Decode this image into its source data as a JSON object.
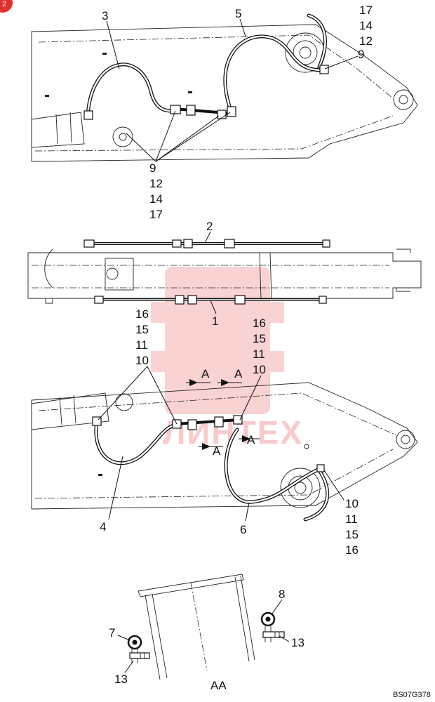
{
  "badge": {
    "text": "2",
    "color": "#e03030"
  },
  "watermark": {
    "text": "ЛИНТЕХ",
    "color": "#f4a0a0"
  },
  "view1": {
    "label_3": "3",
    "label_5": "5",
    "label_9_right": "9",
    "stack_right": [
      "17",
      "14",
      "12"
    ],
    "stack_bottom": [
      "9",
      "12",
      "14",
      "17"
    ]
  },
  "view2": {
    "label_2": "2",
    "label_1": "1"
  },
  "view3": {
    "stack_left": [
      "16",
      "15",
      "11",
      "10"
    ],
    "stack_right": [
      "16",
      "15",
      "11",
      "10"
    ],
    "stack_bottom_right": [
      "10",
      "11",
      "15",
      "16"
    ],
    "label_4": "4",
    "label_6": "6",
    "section_marks": [
      "A",
      "A",
      "A",
      "A"
    ]
  },
  "detail": {
    "label_7": "7",
    "label_8": "8",
    "label_13_left": "13",
    "label_13_right": "13",
    "section_title": "AA"
  },
  "drawing_code": "BS07G378"
}
